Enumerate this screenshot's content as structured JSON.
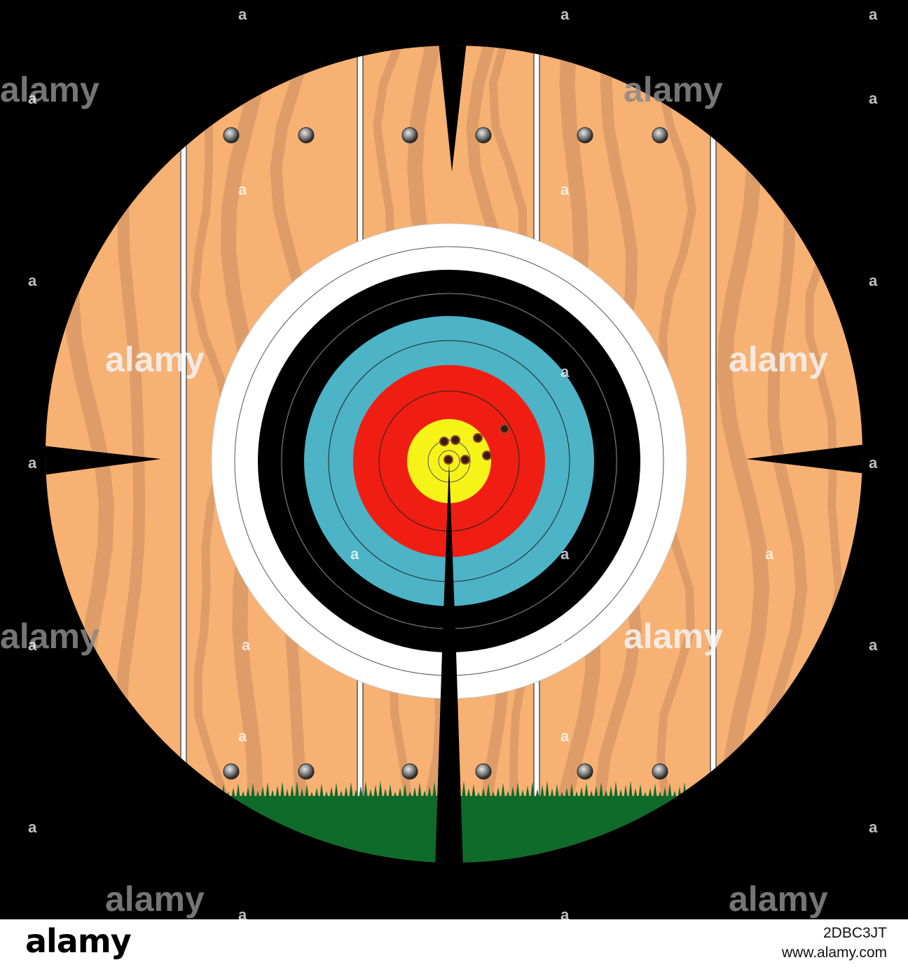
{
  "scene": {
    "description_colors": {
      "background": "#000000",
      "wood": "#F7B173",
      "wood_grain": "#D99A66",
      "grass": "#0E6B2A",
      "target_white": "#FFFFFF",
      "target_black": "#000000",
      "target_blue": "#4DB3C6",
      "target_red": "#F01E12",
      "target_yellow": "#F6F319"
    }
  },
  "watermark": {
    "text": "alamy",
    "small_text": "a"
  },
  "footer": {
    "logo": "alamy",
    "image_id": "2DBC3JT",
    "url": "www.alamy.com"
  }
}
